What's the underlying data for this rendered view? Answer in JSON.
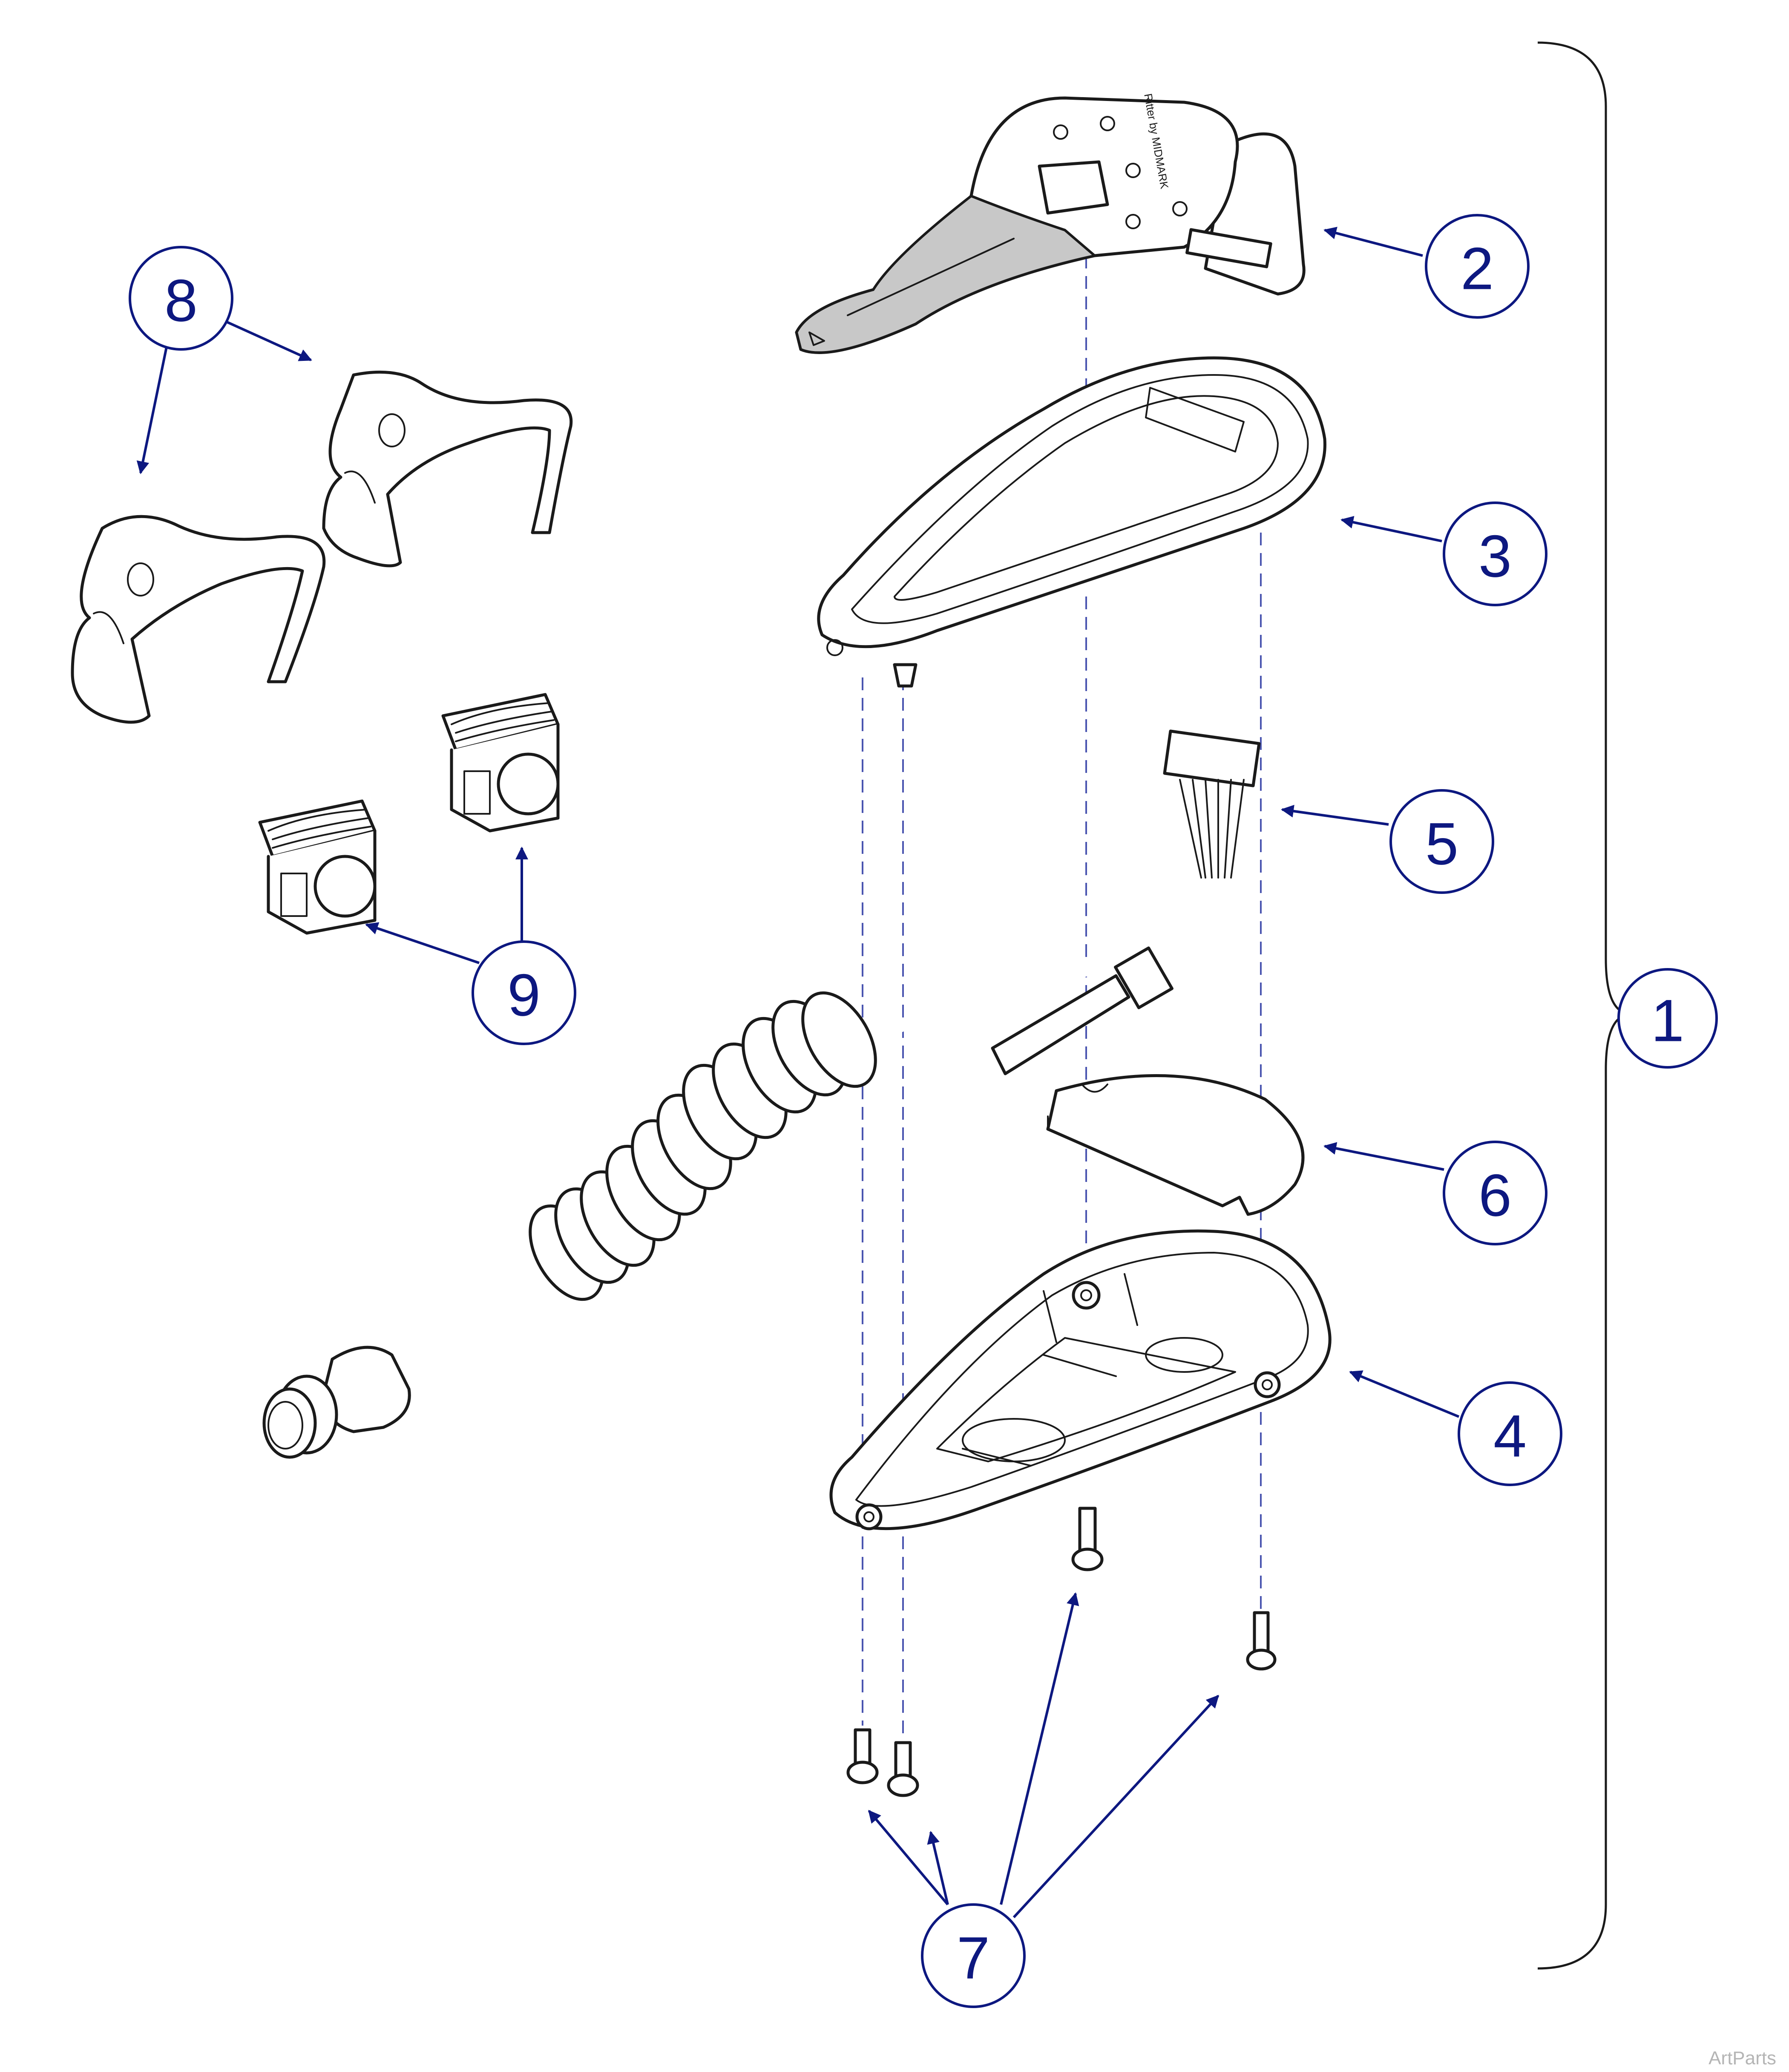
{
  "colors": {
    "callout": "#0d1880",
    "line": "#1a1a1a",
    "dashed_guide": "#4a55b0",
    "watermark": "#b5b5b5",
    "overlay_grey": "#c8c8c8"
  },
  "callouts": [
    {
      "id": "1",
      "label": "1"
    },
    {
      "id": "2",
      "label": "2"
    },
    {
      "id": "3",
      "label": "3"
    },
    {
      "id": "4",
      "label": "4"
    },
    {
      "id": "5",
      "label": "5"
    },
    {
      "id": "6",
      "label": "6"
    },
    {
      "id": "7",
      "label": "7"
    },
    {
      "id": "8",
      "label": "8"
    },
    {
      "id": "9",
      "label": "9"
    }
  ],
  "overlay_brand": "Ritter by MIDMARK",
  "watermark": "ArtParts"
}
